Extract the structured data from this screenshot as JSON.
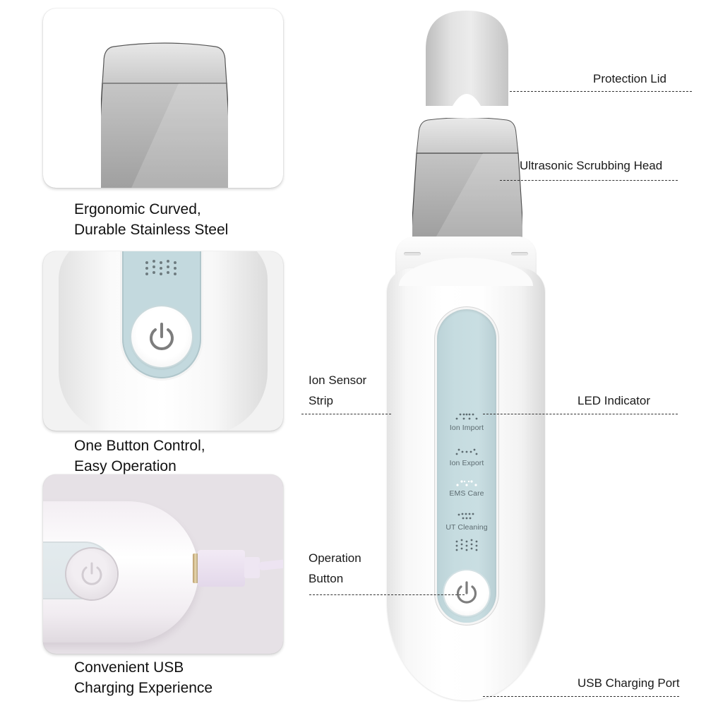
{
  "features": [
    {
      "id": "steel-head",
      "caption_lines": [
        "Ergonomic Curved,",
        "Durable Stainless Steel"
      ]
    },
    {
      "id": "one-button",
      "caption_lines": [
        "One Button Control,",
        "Easy Operation"
      ]
    },
    {
      "id": "usb-charging",
      "caption_lines": [
        "Convenient USB",
        "Charging Experience"
      ]
    }
  ],
  "callouts": {
    "protection_lid": "Protection Lid",
    "scrubbing_head": "Ultrasonic Scrubbing Head",
    "ion_sensor_strip": [
      "Ion Sensor",
      "Strip"
    ],
    "led_indicator": "LED Indicator",
    "operation_button": [
      "Operation",
      "Button"
    ],
    "usb_port": "USB Charging Port"
  },
  "device": {
    "modes": [
      {
        "label": "Ion Import",
        "lit": false
      },
      {
        "label": "Ion Export",
        "lit": false
      },
      {
        "label": "EMS Care",
        "lit": true
      },
      {
        "label": "UT Cleaning",
        "lit": false
      }
    ],
    "power_icon": "power-icon"
  },
  "colors": {
    "strip": "#c6dce0",
    "body": "#ffffff",
    "steel": "#c8c8c8",
    "text": "#111111",
    "led_label": "#5c6b70"
  }
}
